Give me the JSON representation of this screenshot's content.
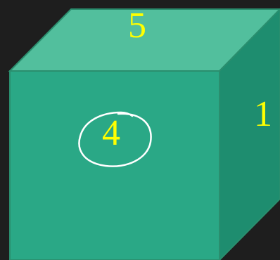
{
  "cube": {
    "faces": {
      "top": {
        "label": "5"
      },
      "front": {
        "label": "4"
      },
      "right": {
        "label": "1"
      }
    }
  },
  "colors": {
    "background": "#1e1e1e",
    "top_face": "#52bf9d",
    "front_face": "#2aa886",
    "right_face": "#1e8d6f",
    "edge": "#2a8e6e",
    "label": "#ffff00",
    "circle_annotation": "#ffffff"
  },
  "annotations": {
    "highlighted_face": "front"
  }
}
